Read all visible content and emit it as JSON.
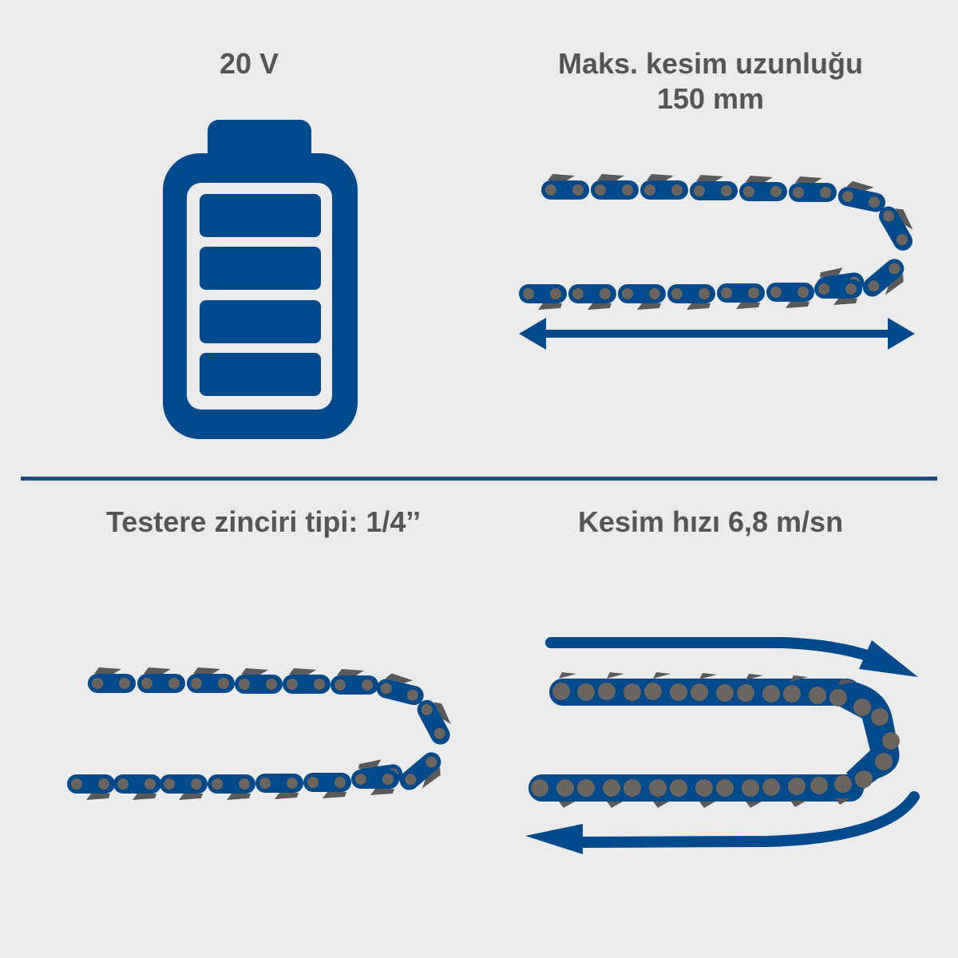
{
  "colors": {
    "background": "#ebebeb",
    "primary_blue": "#004a8b",
    "text_gray": "#555555",
    "chain_pin": "#6b6560",
    "chain_tooth": "#5a5a5a"
  },
  "panels": {
    "voltage": {
      "label": "20 V",
      "icon": "battery-full-icon",
      "battery_cells": 4
    },
    "cut_length": {
      "label_line1": "Maks. kesim uzunluğu",
      "label_line2": "150 mm",
      "icon": "chain-with-double-arrow-icon"
    },
    "chain_type": {
      "label": "Testere zinciri tipi: 1/4’’",
      "icon": "saw-chain-icon"
    },
    "cut_speed": {
      "label": "Kesim hızı 6,8 m/sn",
      "icon": "chain-rotation-arrows-icon"
    }
  }
}
